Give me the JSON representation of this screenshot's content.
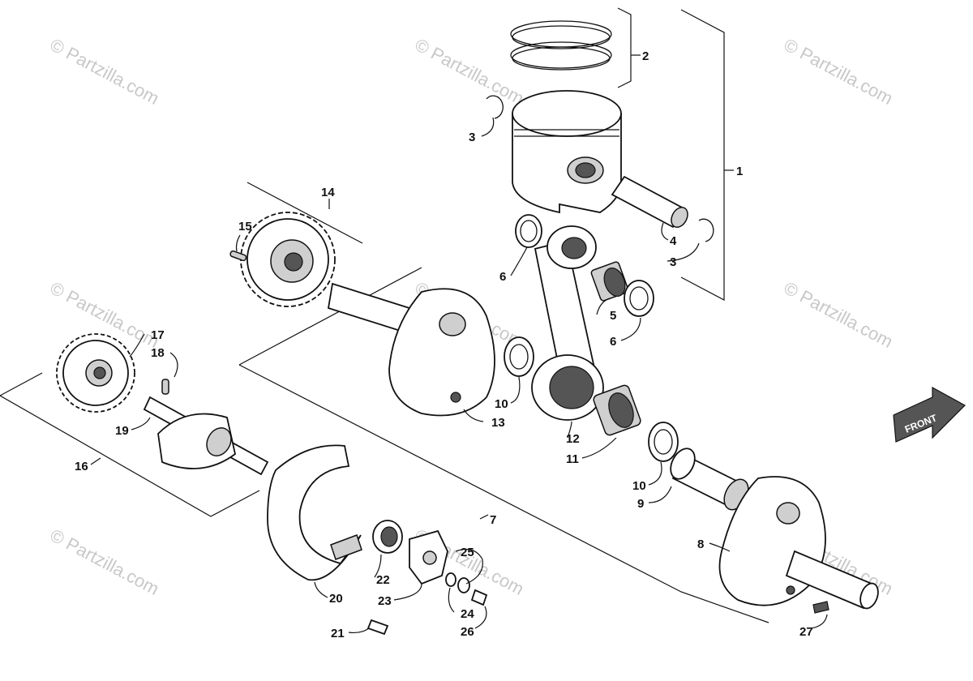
{
  "watermark": "© Partzilla.com",
  "front_label": "FRONT",
  "callouts": {
    "c1": "1",
    "c2": "2",
    "c3a": "3",
    "c3b": "3",
    "c4": "4",
    "c5": "5",
    "c6a": "6",
    "c6b": "6",
    "c7": "7",
    "c8": "8",
    "c9": "9",
    "c10a": "10",
    "c10b": "10",
    "c11": "11",
    "c12": "12",
    "c13": "13",
    "c14": "14",
    "c15": "15",
    "c16": "16",
    "c17": "17",
    "c18": "18",
    "c19": "19",
    "c20": "20",
    "c21": "21",
    "c22": "22",
    "c23": "23",
    "c24": "24",
    "c25": "25",
    "c26": "26",
    "c27": "27"
  }
}
